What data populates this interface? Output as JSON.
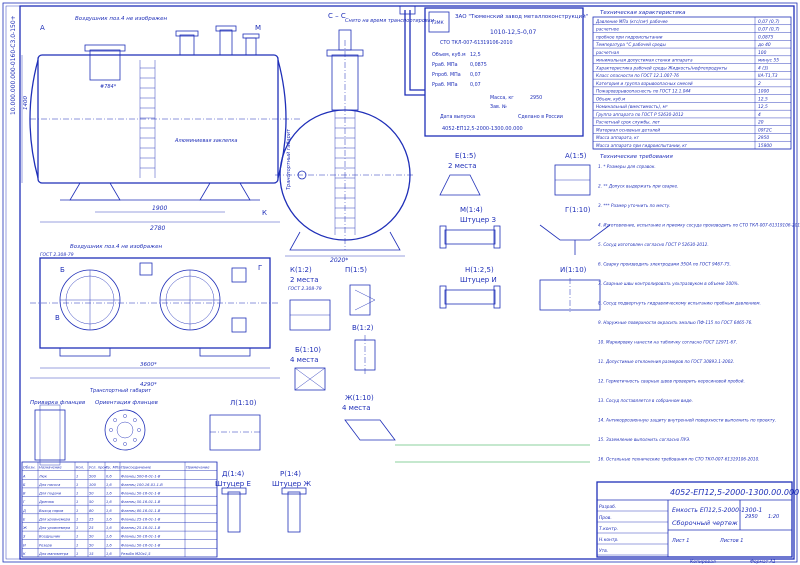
{
  "stamp_vertical": "10.000.000.000-0160-С3.0-150+",
  "views": {
    "main_note": "Воздушник поз.4 не изображен",
    "cc_title": "С – С",
    "cc_note": "Снято на время транспортировки",
    "plan_note": "Воздушник поз.4 не изображен",
    "flange_label": "Приварка фланцев",
    "orient_label": "Ориентация фланцев",
    "transport": "Транспортный габарит",
    "aluminium": "Алюминиевая заклепка",
    "k_label": "К(1:2)",
    "k_count": "2 места",
    "p_label": "П(1:5)",
    "v_label": "В(1:2)",
    "b_label": "Б(1:10)",
    "b_count": "4 места",
    "zh_label": "Ж(1:10)",
    "zh_count": "4 места",
    "e_label": "Е(1:5)",
    "e_count": "2 места",
    "m_label": "М(1:4)",
    "m_stub": "Штуцер З",
    "a_label": "А(1:5)",
    "g_label": "Г(1:10)",
    "n_label": "Н(1:2,5)",
    "n_stub": "Штуцер И",
    "i_label": "И(1:10)",
    "l_label": "Л(1:10)",
    "d_label": "Д(1:4)",
    "d_stub": "Штуцер Е",
    "r_label": "Р(1:4)",
    "r_stub": "Штуцер Ж",
    "gost_plan": "ГОСТ 2.308-79",
    "gost_k": "ГОСТ 2.308-79",
    "dim_1900": "1900",
    "dim_2780": "2780",
    "dim_3600": "3600*",
    "dim_4290": "4290*",
    "dim_2020": "2020*",
    "dim_1400": "1400",
    "dim_784": "#784*"
  },
  "nameplate": {
    "company": "ЗАО \"Тюменский завод металлоконструкций\"",
    "model": "1010-12,5-0,07",
    "spec": "СТО ТКЛ-007-61319106-2010",
    "rows": [
      {
        "label": "Объем, куб.м",
        "value": "12,5"
      },
      {
        "label": "Рраб. МПа",
        "value": "0,0875"
      },
      {
        "label": "Рпроб. МПа",
        "value": "0,07"
      },
      {
        "label": "Рраб. МПа",
        "value": "0,07"
      }
    ],
    "mass_label": "Масса, кг",
    "mass_value": "2950",
    "serial_label": "Зав. №",
    "date_label": "Дата выпуска",
    "made_in": "Сделано в России",
    "doc": "4052-ЕП12,5-2000-1300.00.000",
    "logo_text": "ТЗМК"
  },
  "tech": {
    "title": "Техническая характеристика",
    "rows": [
      {
        "label": "Давление МПа (кгс/см²)",
        "sub": "рабочее",
        "value": "0,07 (0,7)"
      },
      {
        "label": "",
        "sub": "расчетное",
        "value": "0,07 (0,7)"
      },
      {
        "label": "",
        "sub": "пробное при гидроиспытании",
        "value": "0,0875"
      },
      {
        "label": "Температура °С",
        "sub": "рабочей среды",
        "value": "до 40"
      },
      {
        "label": "",
        "sub": "расчетная",
        "value": "100"
      },
      {
        "label": "",
        "sub": "минимальная допустимая стенки аппарата",
        "value": "минус 55"
      },
      {
        "label": "Характеристика рабочей среды",
        "sub": "Жидкость/нефтепродукты",
        "value": "4 (3)"
      },
      {
        "label": "",
        "sub": "Класс опасности по ГОСТ 12.1.007-76",
        "value": "IIА-Т1,Т3"
      },
      {
        "label": "",
        "sub": "Категория и группа взрывоопасных смесей",
        "value": "2"
      },
      {
        "label": "",
        "sub": "Пожаровзрывоопасность по ГОСТ 12.1.044",
        "value": "1000"
      },
      {
        "label": "Объем, куб.м",
        "sub": "",
        "value": "12,5"
      },
      {
        "label": "Номинальный (вместимость), м³",
        "sub": "",
        "value": "12,5"
      },
      {
        "label": "Группа аппарата по ГОСТ Р 52630-2012",
        "sub": "",
        "value": "4"
      },
      {
        "label": "Расчетный срок службы, лет",
        "sub": "",
        "value": "20"
      },
      {
        "label": "Материал основных деталей",
        "sub": "",
        "value": "09Г2С"
      },
      {
        "label": "Масса аппарата, кг",
        "sub": "",
        "value": "2950"
      },
      {
        "label": "Масса аппарата при гидроиспытании, кг",
        "sub": "",
        "value": "15800"
      }
    ]
  },
  "requirements": {
    "title": "Технические требования",
    "items": [
      "1. * Размеры для справок.",
      "2. ** Допуск выдержать при сварке.",
      "3. *** Размер уточнить по месту.",
      "4. Изготовление, испытание и приемку сосуда производить по СТО ТКЛ-007-61319106-2010.",
      "5. Сосуд изготовлен согласно ГОСТ Р 52630-2012.",
      "6. Сварку производить электродами Э50А по ГОСТ 9467-75.",
      "7. Сварные швы контролировать ультразвуком в объеме 100%.",
      "8. Сосуд подвергнуть гидравлическому испытанию пробным давлением.",
      "9. Наружные поверхности окрасить эмалью ПФ-115 по ГОСТ 6465-76.",
      "10. Маркировку нанести на табличку согласно ГОСТ 12971-67.",
      "11. Допустимые отклонения размеров по ГОСТ 30893.1-2002.",
      "12. Герметичность сварных швов проверить керосиновой пробой.",
      "13. Сосуд поставляется в собранном виде.",
      "14. Антикоррозионную защиту внутренней поверхности выполнить по проекту.",
      "15. Заземление выполнить согласно ПУЭ.",
      "16. Остальные технические требования по СТО ТКЛ-007-61319106-2010."
    ]
  },
  "spec_table": {
    "headers": [
      "Обозн.",
      "Назначение",
      "Кол.",
      "Усл. прох.",
      "Ру, МПа",
      "Присоединение",
      "Примечание"
    ],
    "rows": [
      [
        "А",
        "Люк",
        "1",
        "500",
        "0,6",
        "Фланец 500-6-01-1-В",
        ""
      ],
      [
        "Б",
        "Для насоса",
        "1",
        "100",
        "1,6",
        "Фланец 100-16-01-1-В",
        ""
      ],
      [
        "В",
        "Для подачи",
        "1",
        "50",
        "1,6",
        "Фланец 50-16-01-1-В",
        ""
      ],
      [
        "Г",
        "Дренаж",
        "1",
        "50",
        "1,6",
        "Фланец 50-16-01-1-В",
        ""
      ],
      [
        "Д",
        "Выход паров",
        "1",
        "80",
        "1,6",
        "Фланец 80-16-01-1-В",
        ""
      ],
      [
        "Е",
        "Для уровнемера",
        "1",
        "25",
        "1,6",
        "Фланец 25-16-01-1-В",
        ""
      ],
      [
        "Ж",
        "Для уровнемера",
        "1",
        "25",
        "1,6",
        "Фланец 25-16-01-1-В",
        ""
      ],
      [
        "З",
        "Воздушник",
        "1",
        "50",
        "1,6",
        "Фланец 50-16-01-1-В",
        ""
      ],
      [
        "И",
        "Резерв",
        "1",
        "50",
        "1,6",
        "Фланец 50-16-01-1-В",
        ""
      ],
      [
        "К",
        "Для манометра",
        "1",
        "15",
        "1,6",
        "Резьба М20х1,5",
        ""
      ]
    ]
  },
  "title_block": {
    "doc_number": "4052-ЕП12,5-2000-1300.00.000 СБ",
    "product": "Емкость ЕП12,5-2000-1300-1",
    "drawing_type": "Сборочный чертеж",
    "mass": "2950",
    "scale": "1:20",
    "sheet": "Лист 1",
    "sheets": "Листов 1",
    "roles": [
      "Разраб.",
      "Пров.",
      "Т.контр.",
      "Н.контр.",
      "Утв."
    ],
    "copied": "Копировал",
    "format": "Формат А1"
  }
}
